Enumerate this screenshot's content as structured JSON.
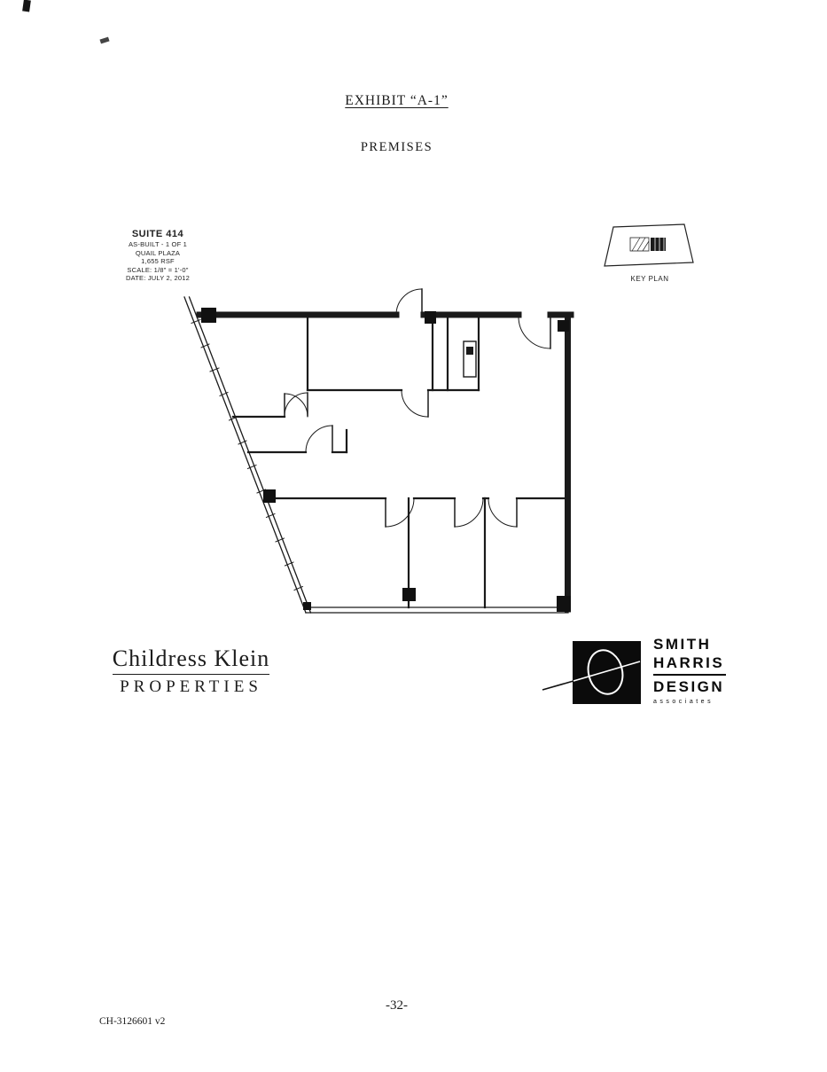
{
  "page": {
    "title": "EXHIBIT “A-1”",
    "subtitle": "PREMISES",
    "page_number": "-32-",
    "doc_id": "CH-3126601 v2"
  },
  "title_block": {
    "suite": "SUITE 414",
    "as_built": "AS-BUILT - 1 OF 1",
    "building": "QUAIL PLAZA",
    "area": "1,655 RSF",
    "scale": "SCALE: 1/8\" = 1'-0\"",
    "date": "DATE: JULY 2, 2012"
  },
  "key_plan": {
    "label": "KEY PLAN"
  },
  "landlord": {
    "name": "Childress Klein",
    "tagline": "PROPERTIES"
  },
  "designer": {
    "word1": "SMITH",
    "word2": "HARRIS",
    "word3": "DESIGN",
    "word4": "associates"
  }
}
